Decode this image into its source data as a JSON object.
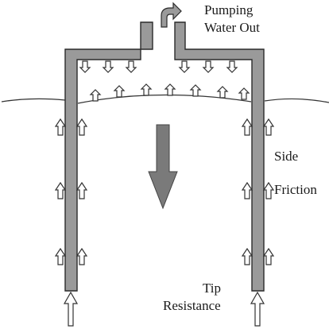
{
  "labels": {
    "pumping": "Pumping",
    "water_out": "Water Out",
    "side": "Side",
    "friction": "Friction",
    "tip": "Tip",
    "resistance": "Resistance"
  },
  "colors": {
    "wall_fill": "#9a9a9a",
    "wall_stroke": "#2b2b2b",
    "big_arrow": "#7a7a7a",
    "outline": "#333333",
    "background": "#ffffff"
  },
  "icons": {
    "outlet_arrow": "curved-arrow-out-icon",
    "down_arrow": "large-down-arrow-icon"
  }
}
